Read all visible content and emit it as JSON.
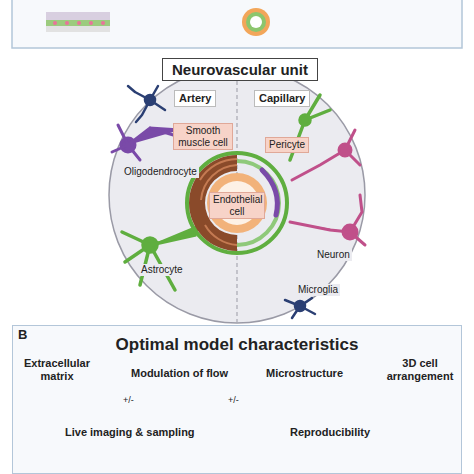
{
  "diagram": {
    "nodes": [
      {
        "text": [
          "Neurovascular unit"
        ]
      },
      {
        "text": [
          "Artery"
        ]
      },
      {
        "text": [
          "Capillary"
        ]
      },
      {
        "text": [
          "Smooth muscle cell"
        ]
      },
      {
        "text": [
          "Pericyte"
        ]
      },
      {
        "text": [
          "Endothelial cell"
        ]
      },
      {
        "text": [
          "B",
          "Optimal model characteristics"
        ]
      }
    ],
    "labels": [
      "Oligodendrocyte",
      "Astrocyte",
      "Neuron",
      "Microglia",
      "Extracellular matrix",
      "Modulation of flow",
      "Microstructure",
      "3D cell arrangement",
      "+/-",
      "+/-",
      "Live imaging & sampling",
      "Reproducibility"
    ]
  }
}
